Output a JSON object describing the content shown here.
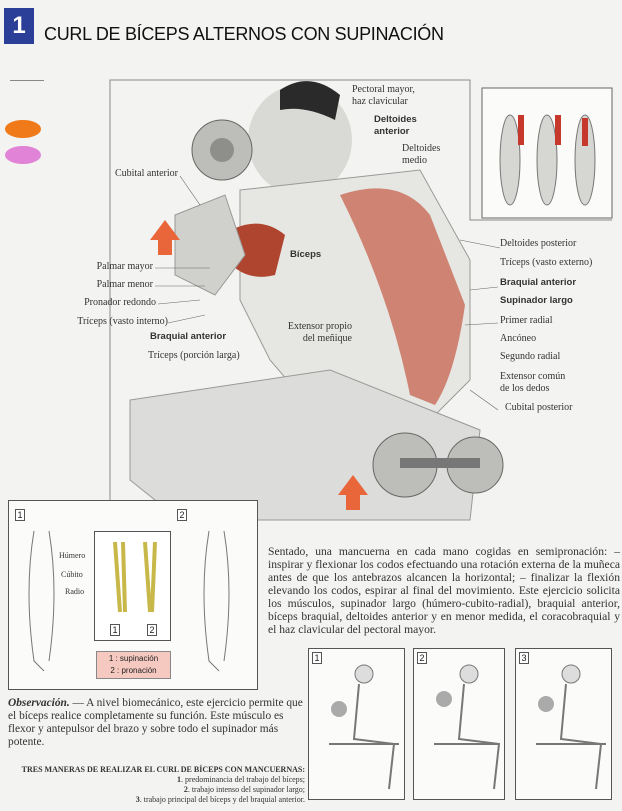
{
  "header": {
    "number": "1",
    "title": "CURL DE BÍCEPS ALTERNOS CON SUPINACIÓN"
  },
  "colors": {
    "accent": "#2b3f98",
    "orange": "#f07a1a",
    "pink": "#e183d6",
    "muscle": "#b0452f"
  },
  "labels_left": [
    "Cubital anterior",
    "Palmar mayor",
    "Palmar menor",
    "Pronador redondo",
    "Tríceps (vasto interno)",
    "Braquial anterior",
    "Tríceps (porción larga)"
  ],
  "label_biceps": "Bíceps",
  "labels_top": {
    "pectoral": "Pectoral mayor,",
    "pectoral2": "haz clavicular",
    "delt_ant": "Deltoides",
    "delt_ant2": "anterior",
    "delt_med": "Deltoides",
    "delt_med2": "medio"
  },
  "labels_right": [
    "Deltoides posterior",
    "Tríceps (vasto externo)",
    "Braquial anterior",
    "Supinador largo",
    "Primer radial",
    "Ancóneo",
    "Segundo radial",
    "Extensor común",
    "de los dedos",
    "Cubital posterior"
  ],
  "label_extensor": [
    "Extensor propio",
    "del meñique"
  ],
  "inset": {
    "bones": [
      "Húmero",
      "Cúbito",
      "Radio"
    ],
    "num1": "1",
    "num2": "2",
    "legend1": "1 : supinación",
    "legend2": "2 : pronación"
  },
  "description": "Sentado, una mancuerna en cada mano cogidas en semipronación: – inspirar y flexionar los codos efectuando una rotación externa de la muñeca antes de que los antebrazos alcancen la horizontal; – finalizar la flexión elevando los codos, espirar al final del movimiento. Este ejercicio solicita los músculos, supinador largo (húmero-cubito-radial), braquial anterior, bíceps braquial, deltoides anterior y en menor medida, el coracobraquial y el haz clavicular del pectoral mayor.",
  "observation": {
    "title": "Observación.",
    "text": " — A nivel biomecánico, este ejercicio permite que el bíceps realice completamente su función. Este músculo es flexor y antepulsor del brazo y sobre todo el supinador más potente."
  },
  "variants": {
    "title": "TRES MANERAS DE REALIZAR EL CURL DE BÍCEPS CON MANCUERNAS:",
    "items": [
      {
        "n": "1",
        "t": ". predominancia del trabajo del bíceps;"
      },
      {
        "n": "2",
        "t": ". trabajo intenso del supinador largo;"
      },
      {
        "n": "3",
        "t": ". trabajo principal del bíceps y del braquial anterior."
      }
    ],
    "boxes": [
      "1",
      "2",
      "3"
    ]
  }
}
